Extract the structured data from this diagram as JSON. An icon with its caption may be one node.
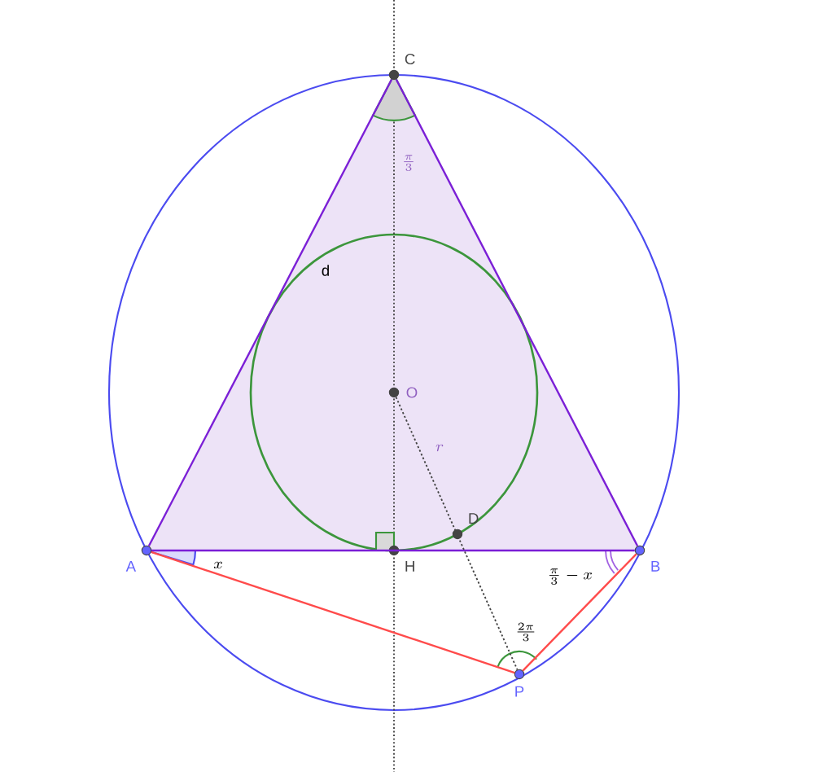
{
  "diagram": {
    "nodes": [
      {
        "text": [
          "C"
        ]
      },
      {
        "text": [
          "A"
        ]
      },
      {
        "text": [
          "B"
        ]
      },
      {
        "text": [
          "O"
        ]
      },
      {
        "text": [
          "H"
        ]
      },
      {
        "text": [
          "D"
        ]
      },
      {
        "text": [
          "P"
        ]
      }
    ],
    "edges": [
      {
        "from": 1,
        "to": 2,
        "arrow": "none"
      },
      {
        "from": 2,
        "to": 0,
        "arrow": "none"
      },
      {
        "from": 0,
        "to": 1,
        "arrow": "none"
      },
      {
        "from": 1,
        "to": 6,
        "arrow": "none",
        "color": "#ff4b4b"
      },
      {
        "from": 6,
        "to": 2,
        "arrow": "none",
        "color": "#ff4b4b"
      },
      {
        "from": 3,
        "to": 6,
        "arrow": "none",
        "style": "dashed",
        "color": "#444444"
      }
    ],
    "labels": [
      "d",
      "\\frac{\\pi}{3}",
      "r",
      "x",
      "\\frac{\\pi}{3}-x",
      "\\frac{2\\pi}{3}"
    ]
  }
}
